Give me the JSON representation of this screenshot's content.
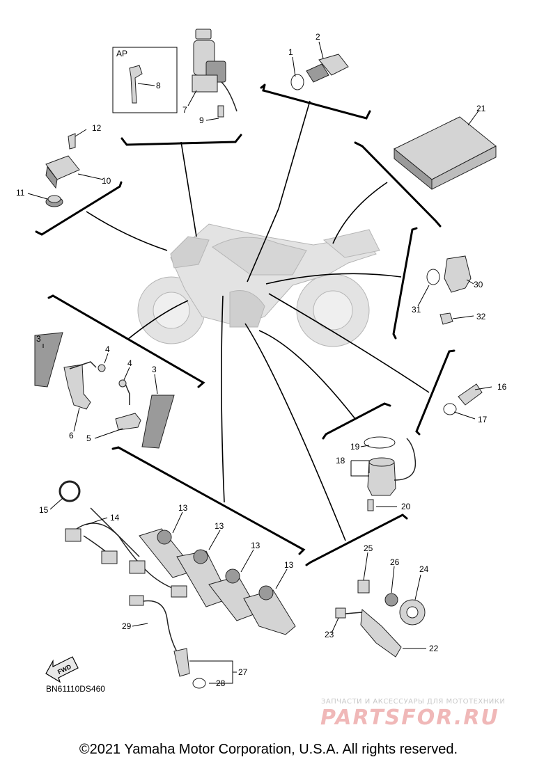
{
  "diagram": {
    "callouts": [
      {
        "id": "c1",
        "text": "1"
      },
      {
        "id": "c2",
        "text": "2"
      },
      {
        "id": "c3a",
        "text": "3"
      },
      {
        "id": "c3b",
        "text": "3"
      },
      {
        "id": "c4a",
        "text": "4"
      },
      {
        "id": "c4b",
        "text": "4"
      },
      {
        "id": "c5",
        "text": "5"
      },
      {
        "id": "c6",
        "text": "6"
      },
      {
        "id": "c7",
        "text": "7"
      },
      {
        "id": "c8",
        "text": "8"
      },
      {
        "id": "c9",
        "text": "9"
      },
      {
        "id": "c10",
        "text": "10"
      },
      {
        "id": "c11",
        "text": "11"
      },
      {
        "id": "c12",
        "text": "12"
      },
      {
        "id": "c13a",
        "text": "13"
      },
      {
        "id": "c13b",
        "text": "13"
      },
      {
        "id": "c13c",
        "text": "13"
      },
      {
        "id": "c13d",
        "text": "13"
      },
      {
        "id": "c14",
        "text": "14"
      },
      {
        "id": "c15",
        "text": "15"
      },
      {
        "id": "c16",
        "text": "16"
      },
      {
        "id": "c17",
        "text": "17"
      },
      {
        "id": "c18",
        "text": "18"
      },
      {
        "id": "c19",
        "text": "19"
      },
      {
        "id": "c20",
        "text": "20"
      },
      {
        "id": "c21",
        "text": "21"
      },
      {
        "id": "c22",
        "text": "22"
      },
      {
        "id": "c23",
        "text": "23"
      },
      {
        "id": "c24",
        "text": "24"
      },
      {
        "id": "c25",
        "text": "25"
      },
      {
        "id": "c26",
        "text": "26"
      },
      {
        "id": "c27",
        "text": "27"
      },
      {
        "id": "c28",
        "text": "28"
      },
      {
        "id": "c29",
        "text": "29"
      },
      {
        "id": "c30",
        "text": "30"
      },
      {
        "id": "c31",
        "text": "31"
      },
      {
        "id": "c32",
        "text": "32"
      }
    ],
    "ap_label": "AP",
    "fwd_label": "FWD",
    "diagram_code": "BN61110DS460"
  },
  "watermark": {
    "tagline": "ЗАПЧАСТИ И АКСЕССУАРЫ ДЛЯ МОТОТЕХНИКИ",
    "brand": "PARTSFOR.RU"
  },
  "footer": {
    "copyright": "©2021 Yamaha Motor Corporation, U.S.A. All rights reserved."
  },
  "colors": {
    "ink": "#000000",
    "part_fill": "#d4d4d4",
    "part_dark": "#9a9a9a",
    "bike_fill": "#e3e3e3",
    "watermark_brand": "#f0b8b8"
  }
}
